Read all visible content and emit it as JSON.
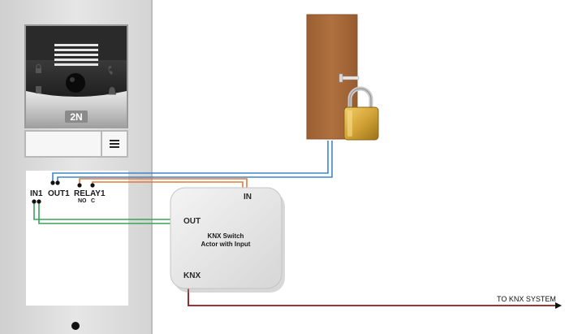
{
  "intercom": {
    "brand_logo": "2N",
    "terminal_labels": {
      "in1": "IN1",
      "out1": "OUT1",
      "relay1": "RELAY1",
      "no": "NO",
      "c": "C"
    },
    "icons": [
      "lock-icon",
      "phone-icon",
      "door-icon",
      "bell-icon",
      "menu-icon",
      "camera-icon"
    ]
  },
  "knx_module": {
    "title_line1": "KNX Switch",
    "title_line2": "Actor with Input",
    "port_in": "IN",
    "port_out": "OUT",
    "port_knx": "KNX"
  },
  "knx_bus": {
    "label": "TO KNX SYSTEM"
  },
  "colors": {
    "wire_blue": "#3f86c8",
    "wire_orange": "#e27a3c",
    "wire_green": "#3aa35a",
    "wire_red": "#8a1a1a",
    "door": "#a86a3c",
    "padlock": "#d4a437",
    "frame": "#dcdcdc"
  }
}
